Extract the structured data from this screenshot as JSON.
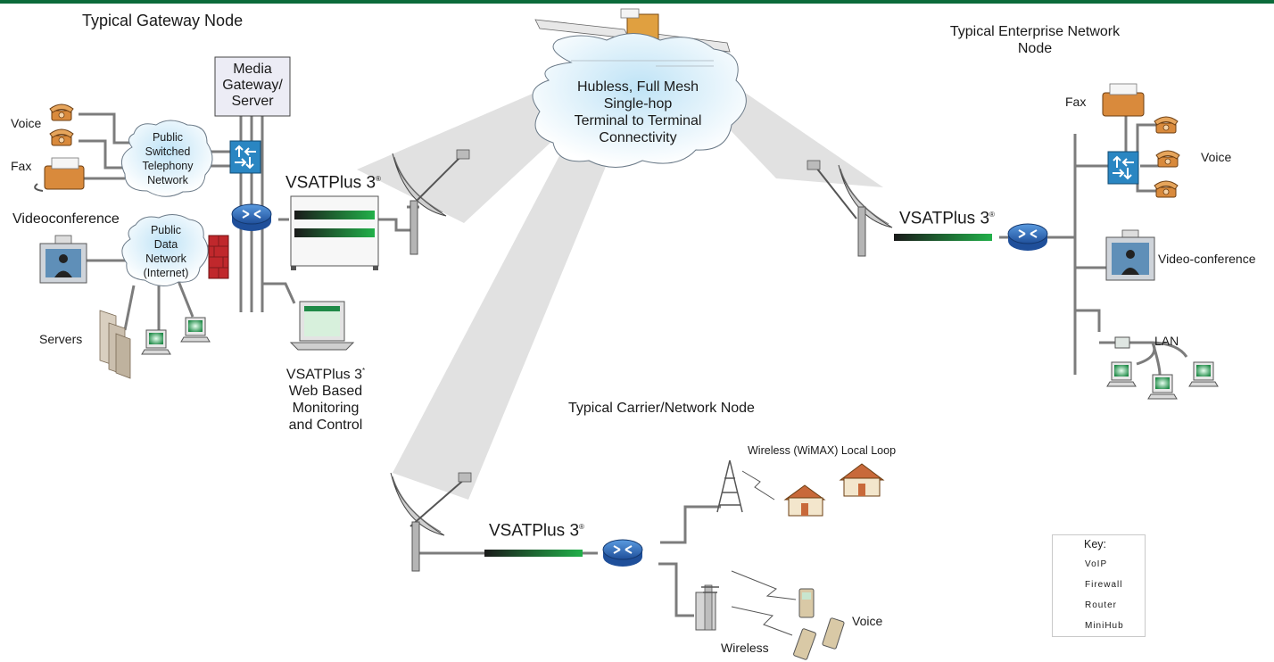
{
  "nodes": {
    "gateway": "Typical Gateway Node",
    "enterprise_line1": "Typical Enterprise Network",
    "enterprise_line2": "Node",
    "carrier": "Typical Carrier/Network Node"
  },
  "cloud": {
    "line1": "Hubless, Full Mesh",
    "line2": "Single-hop",
    "line3": "Terminal to Terminal",
    "line4": "Connectivity"
  },
  "gateway_labels": {
    "media_line1": "Media",
    "media_line2": "Gateway/",
    "media_line3": "Server",
    "voice": "Voice",
    "fax": "Fax",
    "videoconference": "Videoconference",
    "servers": "Servers",
    "pstn_line1": "Public",
    "pstn_line2": "Switched",
    "pstn_line3": "Telephony",
    "pstn_line4": "Network",
    "pdn_line1": "Public",
    "pdn_line2": "Data",
    "pdn_line3": "Network",
    "pdn_line4": "(Internet)",
    "web_line1": "VSATPlus 3",
    "web_line2": "Web Based",
    "web_line3": "Monitoring",
    "web_line4": "and Control"
  },
  "product": {
    "name": "VSATPlus 3",
    "mark": "®",
    "mark_small": "*"
  },
  "enterprise_labels": {
    "fax": "Fax",
    "voice": "Voice",
    "video": "Video-conference",
    "lan": "LAN"
  },
  "carrier_labels": {
    "wimax": "Wireless (WiMAX) Local Loop",
    "voice": "Voice",
    "wireless": "Wireless"
  },
  "key": {
    "title": "Key:",
    "items": [
      "VoIP",
      "Firewall",
      "Router",
      "MiniHub"
    ]
  },
  "colors": {
    "top_bar": "#0b6b3a",
    "router": "#2f6fc6",
    "voip_switch": "#2a86c2",
    "firewall": "#c0282c",
    "phone": "#d98a3c",
    "terminal_green": "#1f8a47",
    "beam": "#dcdcdc",
    "cloud_fill": "#d7ecf7"
  }
}
